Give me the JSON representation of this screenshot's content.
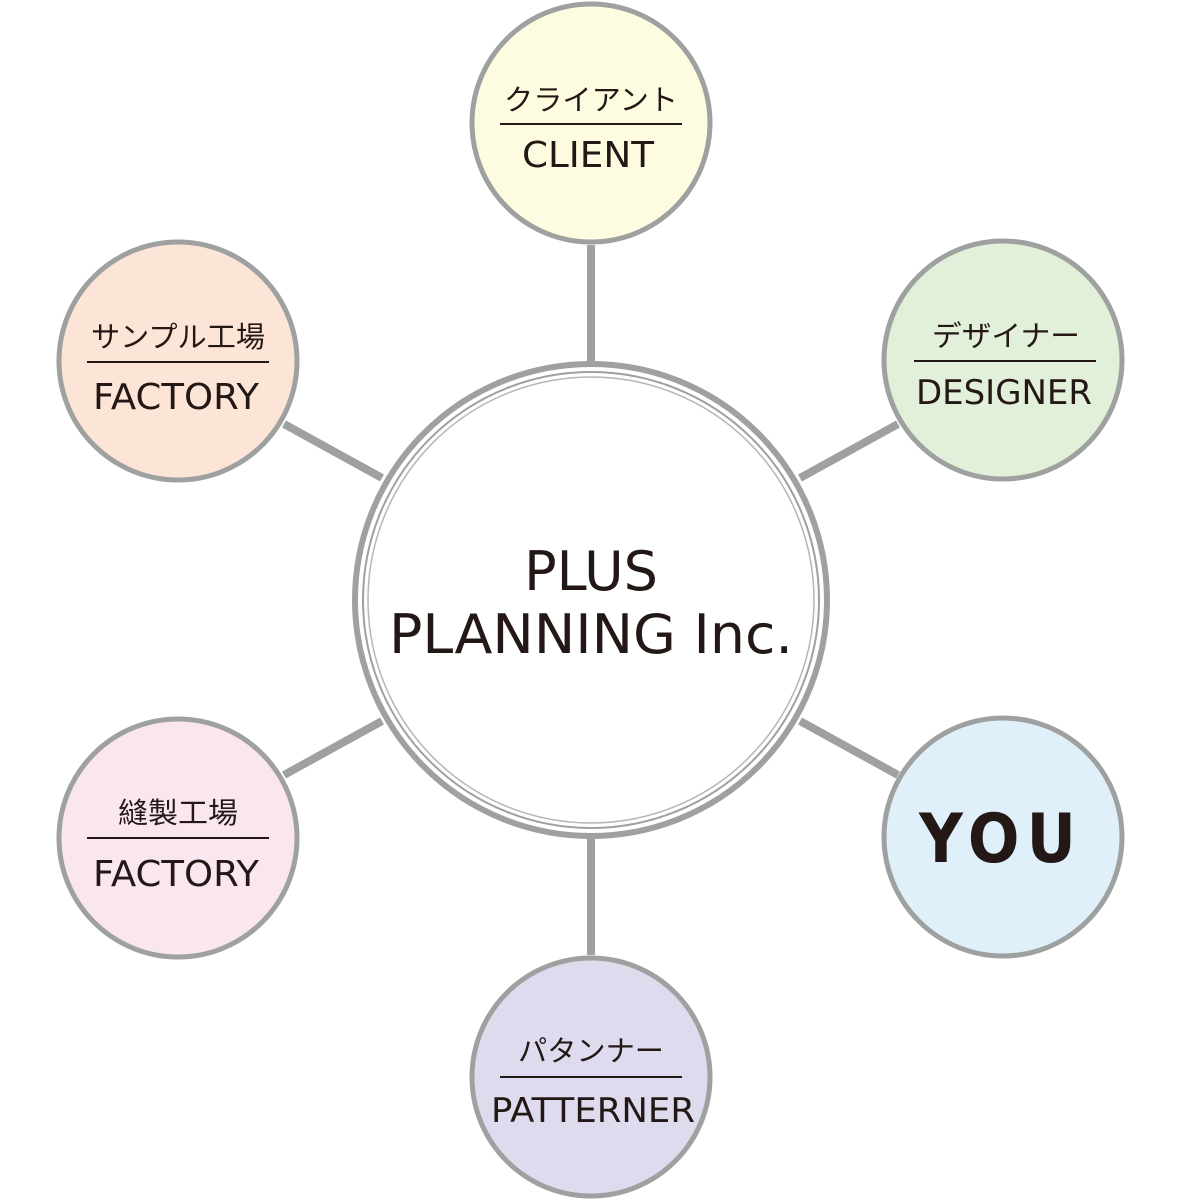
{
  "center": {
    "line1": "PLUS",
    "line2": "PLANNING Inc."
  },
  "nodes": {
    "client": {
      "jp": "クライアント",
      "en": "CLIENT",
      "color": "#fdfbe0"
    },
    "designer": {
      "jp": "デザイナー",
      "en": "DESIGNER",
      "color": "#e3f0d9"
    },
    "you": {
      "en": "YOU",
      "color": "#dff0fa"
    },
    "patterner": {
      "jp": "パタンナー",
      "en": "PATTERNER",
      "color": "#dedbee"
    },
    "sewing_factory": {
      "jp": "縫製工場",
      "en": "FACTORY",
      "color": "#fae6ef"
    },
    "sample_factory": {
      "jp": "サンプル工場",
      "en": "FACTORY",
      "color": "#fce4d6"
    }
  },
  "colors": {
    "ring": "#9fa0a0",
    "text": "#231815",
    "center_fill": "#ffffff"
  }
}
